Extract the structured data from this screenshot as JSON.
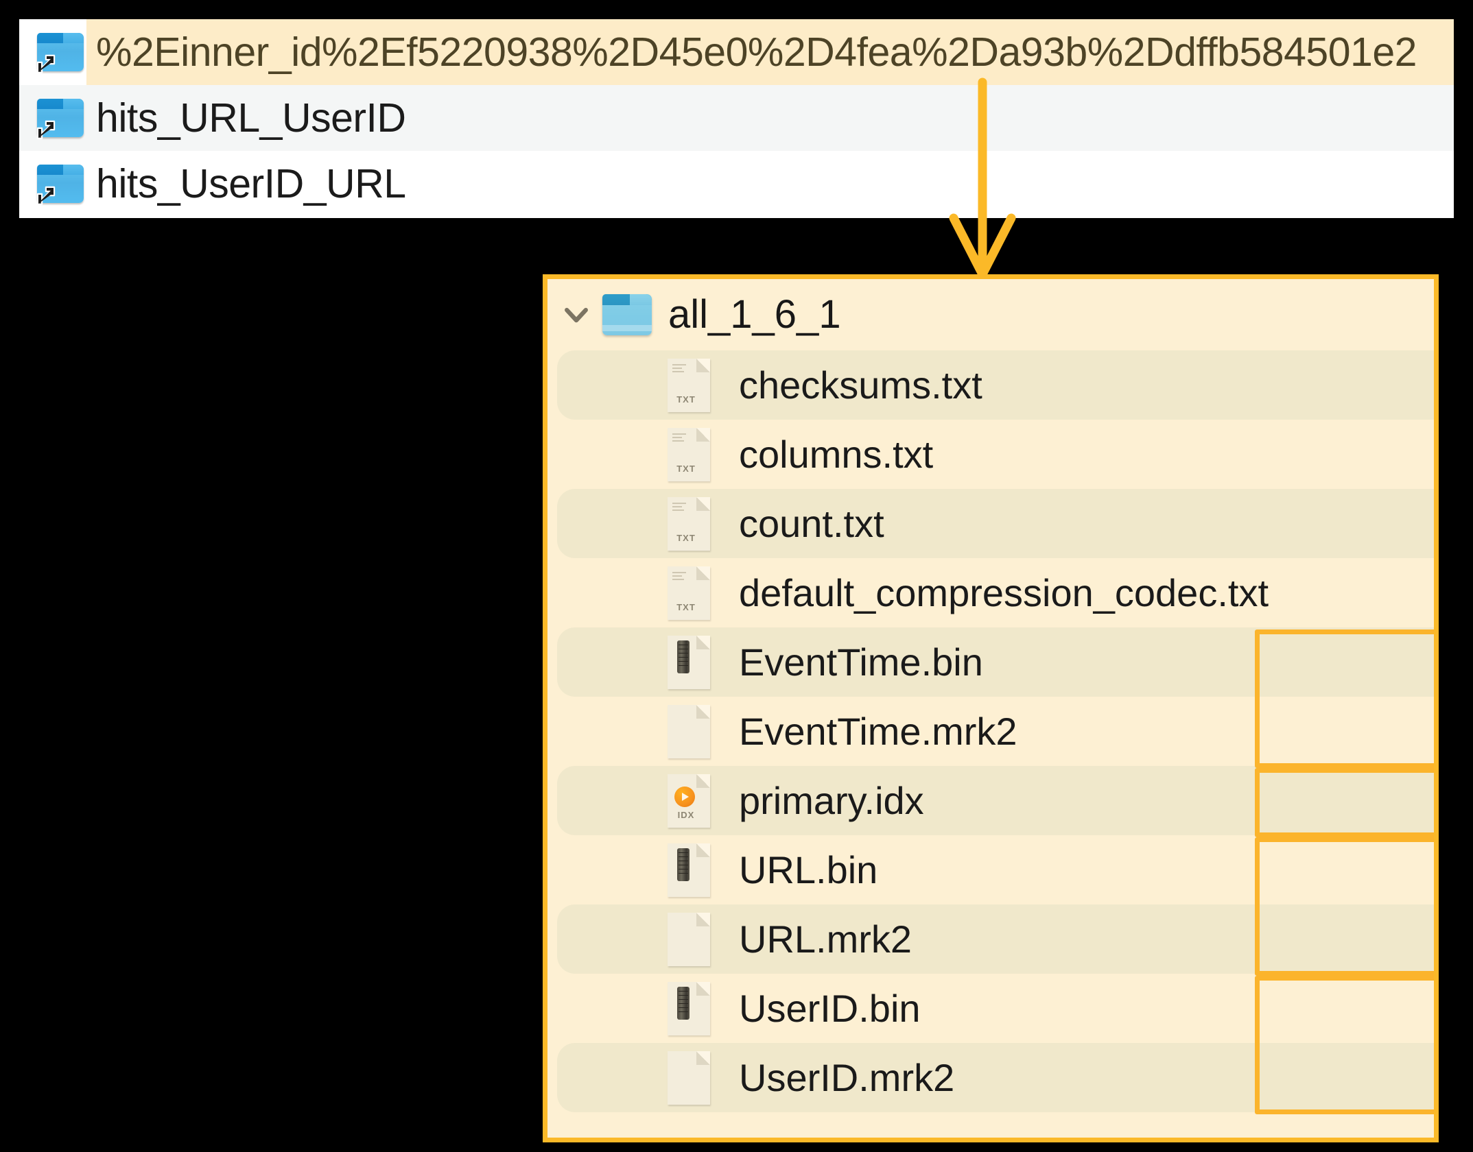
{
  "colors": {
    "accent_orange": "#fbb928",
    "panel_bg_cream": "#fdf0d3",
    "row_stripe": "#f0e8cb",
    "highlight_row_top": "#fdecc8",
    "folder_blue": "#4fb3e6",
    "folder_teal": "#7ecbe6",
    "idx_badge_orange": "#f7921e"
  },
  "top_panel": {
    "rows": [
      {
        "label": "%2Einner_id%2Ef5220938%2D45e0%2D4fea%2Da93b%2Ddffb584501e2",
        "icon": "folder-symlink-icon",
        "highlighted": true
      },
      {
        "label": "hits_URL_UserID",
        "icon": "folder-symlink-icon",
        "highlighted": false
      },
      {
        "label": "hits_UserID_URL",
        "icon": "folder-symlink-icon",
        "highlighted": false
      }
    ]
  },
  "main_panel": {
    "header": {
      "label": "all_1_6_1",
      "chevron": "chevron-down-icon",
      "folder_icon": "folder-open-icon",
      "expanded": true
    },
    "files": [
      {
        "name": "checksums.txt",
        "icon": "txt-file-icon",
        "ext": "TXT",
        "striped": true,
        "highlighted": false
      },
      {
        "name": "columns.txt",
        "icon": "txt-file-icon",
        "ext": "TXT",
        "striped": false,
        "highlighted": false
      },
      {
        "name": "count.txt",
        "icon": "txt-file-icon",
        "ext": "TXT",
        "striped": true,
        "highlighted": false
      },
      {
        "name": "default_compression_codec.txt",
        "icon": "txt-file-icon",
        "ext": "TXT",
        "striped": false,
        "highlighted": false
      },
      {
        "name": "EventTime.bin",
        "icon": "bin-file-icon",
        "ext": "",
        "striped": true,
        "highlighted": true
      },
      {
        "name": "EventTime.mrk2",
        "icon": "blank-file-icon",
        "ext": "",
        "striped": false,
        "highlighted": true
      },
      {
        "name": "primary.idx",
        "icon": "idx-file-icon",
        "ext": "IDX",
        "striped": true,
        "highlighted": true
      },
      {
        "name": "URL.bin",
        "icon": "bin-file-icon",
        "ext": "",
        "striped": false,
        "highlighted": true
      },
      {
        "name": "URL.mrk2",
        "icon": "blank-file-icon",
        "ext": "",
        "striped": true,
        "highlighted": true
      },
      {
        "name": "UserID.bin",
        "icon": "bin-file-icon",
        "ext": "",
        "striped": false,
        "highlighted": true
      },
      {
        "name": "UserID.mrk2",
        "icon": "blank-file-icon",
        "ext": "",
        "striped": true,
        "highlighted": true
      }
    ],
    "highlight_groups": [
      {
        "name": "eventtime-group",
        "from": 4,
        "to": 5
      },
      {
        "name": "primary-idx-group",
        "from": 6,
        "to": 6
      },
      {
        "name": "url-group",
        "from": 7,
        "to": 8
      },
      {
        "name": "userid-group",
        "from": 9,
        "to": 10
      }
    ]
  },
  "annotation": {
    "arrow": "down-arrow-annotation"
  }
}
